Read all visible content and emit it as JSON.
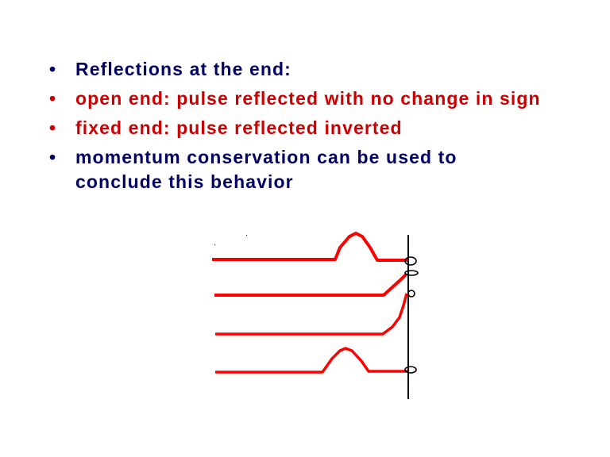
{
  "bullets": [
    {
      "text": "Reflections at the end:",
      "color": "#000066"
    },
    {
      "text": "open end:  pulse reflected with no change in sign",
      "color": "#cc0000"
    },
    {
      "text": "fixed end: pulse reflected inverted",
      "color": "#cc0000"
    },
    {
      "text": "momentum conservation can be used to conclude this behavior",
      "color": "#000066"
    }
  ],
  "bullet_glyph": "•",
  "diagram": {
    "string_color": "#ff0000",
    "wall_color": "#000000"
  }
}
